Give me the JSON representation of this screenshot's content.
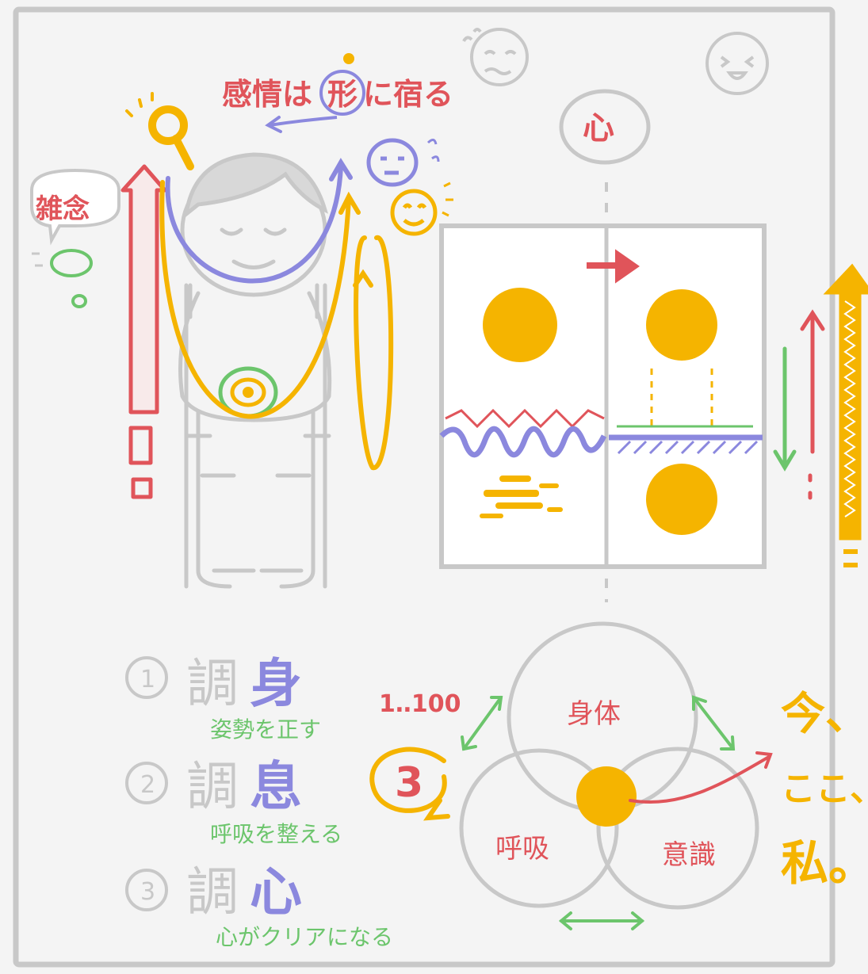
{
  "title": {
    "prefix": "感情は",
    "boxed": "形",
    "suffix": "に宿る"
  },
  "side_label": "雑念",
  "panel_label": "心",
  "steps": [
    {
      "num": "1",
      "prefix": "調",
      "key": "身",
      "caption": "姿勢を正す"
    },
    {
      "num": "2",
      "prefix": "調",
      "key": "息",
      "caption": "呼吸を整える"
    },
    {
      "num": "3",
      "prefix": "調",
      "key": "心",
      "caption": "心がクリアになる"
    }
  ],
  "venn": {
    "top": "身体",
    "left": "呼吸",
    "right": "意識",
    "scale_label": "1‥100",
    "cycle_number": "3"
  },
  "conclusion": [
    "今、",
    "ここ、",
    "私。"
  ],
  "colors": {
    "red": "#e0545a",
    "orange": "#f5b400",
    "blue": "#8b88de",
    "green": "#6cc56c",
    "gray": "#c8c8c8"
  }
}
